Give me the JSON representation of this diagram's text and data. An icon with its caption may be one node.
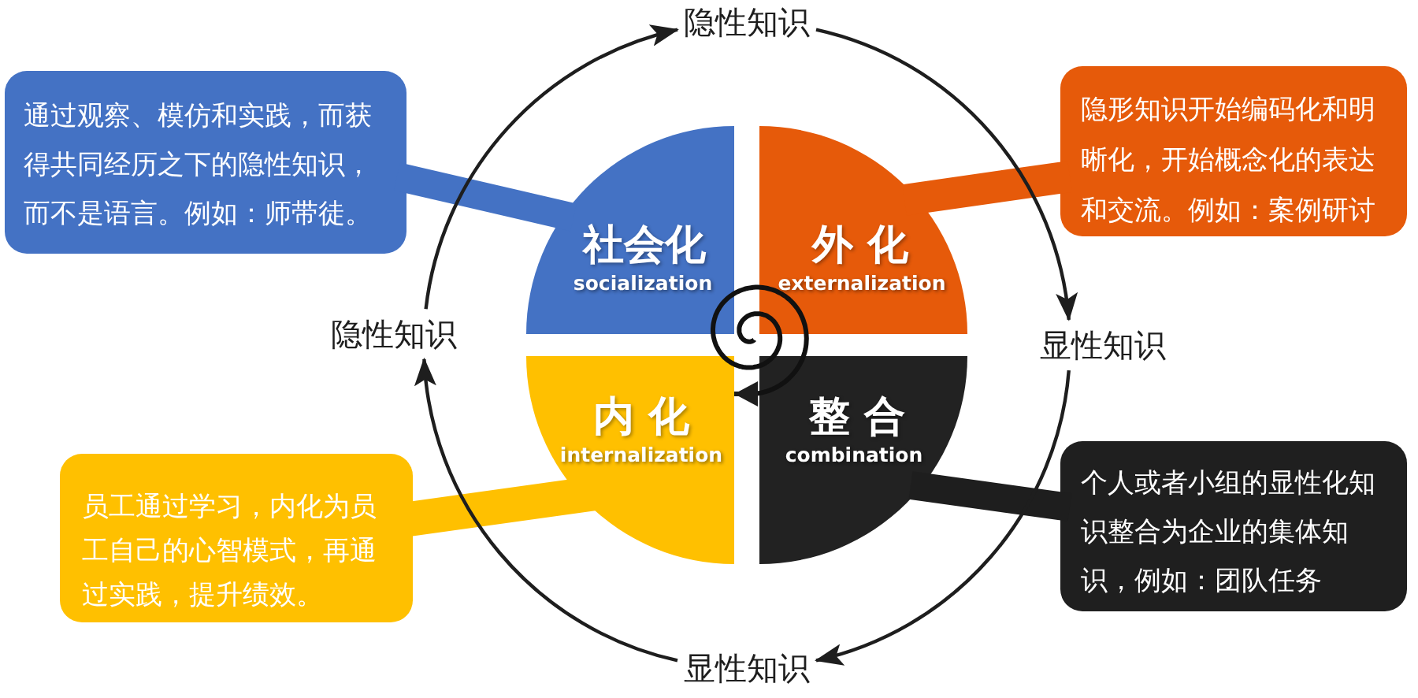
{
  "diagram": {
    "nodes": [
      {
        "text": [
          "隐性知识"
        ]
      },
      {
        "text": [
          "通过观察、模仿和实践，而获得共同经历之下的隐性知识，而不是语言。例如：师带徒。"
        ]
      },
      {
        "text": [
          "隐形知识开始编码化和明晰化，开始概念化的表达和交流。例如：案例研讨"
        ]
      },
      {
        "text": [
          "社会化",
          "socialization"
        ]
      },
      {
        "text": [
          "外 化",
          "externalization"
        ]
      },
      {
        "text": [],
        "shape": "spiral"
      },
      {
        "text": [
          "隐性知识"
        ]
      },
      {
        "text": [
          "显性知识"
        ]
      },
      {
        "text": [
          "内 化",
          "internalization"
        ]
      },
      {
        "text": [
          "整 合",
          "combination"
        ]
      },
      {
        "text": [
          "员工通过学习，内化为员工自己的心智模式，再通过实践，提升绩效。"
        ]
      },
      {
        "text": [
          "个人或者小组的显性化知识整合为企业的集体知识，例如：团队任务"
        ]
      },
      {
        "text": [
          "显性知识"
        ]
      }
    ],
    "edges": [
      {
        "from": 6,
        "to": 0,
        "arrow": "to"
      },
      {
        "from": 0,
        "to": 7,
        "arrow": "to"
      },
      {
        "from": 7,
        "to": 12,
        "arrow": "to"
      },
      {
        "from": 12,
        "to": 6,
        "arrow": "to"
      },
      {
        "from": 1,
        "to": 3,
        "arrow": "none",
        "style": "thick",
        "color": "#4472c4"
      },
      {
        "from": 2,
        "to": 4,
        "arrow": "none",
        "style": "thick",
        "color": "#e65a0a"
      },
      {
        "from": 10,
        "to": 8,
        "arrow": "none",
        "style": "thick",
        "color": "#ffc000"
      },
      {
        "from": 11,
        "to": 9,
        "arrow": "none",
        "style": "thick"
      },
      {
        "from": 5,
        "to": 8,
        "arrow": "to"
      }
    ]
  }
}
